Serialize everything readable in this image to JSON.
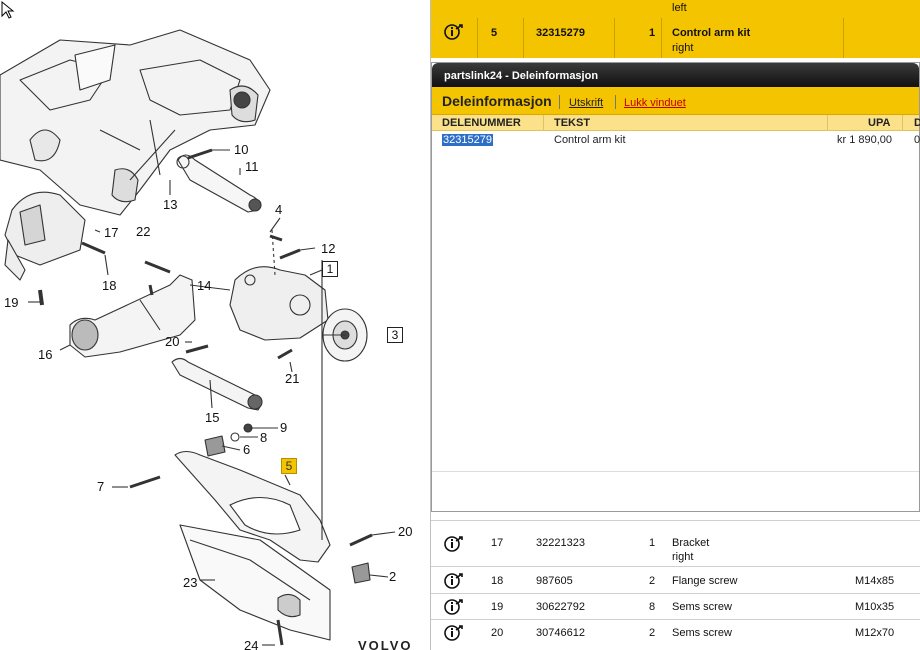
{
  "diagram": {
    "labels": [
      {
        "id": "10",
        "text": "10"
      },
      {
        "id": "11",
        "text": "11"
      },
      {
        "id": "13",
        "text": "13"
      },
      {
        "id": "4",
        "text": "4"
      },
      {
        "id": "17",
        "text": "17"
      },
      {
        "id": "22",
        "text": "22"
      },
      {
        "id": "12",
        "text": "12"
      },
      {
        "id": "18",
        "text": "18"
      },
      {
        "id": "14",
        "text": "14"
      },
      {
        "id": "19",
        "text": "19"
      },
      {
        "id": "16",
        "text": "16"
      },
      {
        "id": "20a",
        "text": "20"
      },
      {
        "id": "21",
        "text": "21"
      },
      {
        "id": "15",
        "text": "15"
      },
      {
        "id": "9",
        "text": "9"
      },
      {
        "id": "8",
        "text": "8"
      },
      {
        "id": "6",
        "text": "6"
      },
      {
        "id": "7",
        "text": "7"
      },
      {
        "id": "20b",
        "text": "20"
      },
      {
        "id": "2",
        "text": "2"
      },
      {
        "id": "23",
        "text": "23"
      },
      {
        "id": "24",
        "text": "24"
      }
    ],
    "boxed": {
      "one": "1",
      "three": "3",
      "five": "5"
    },
    "brand": "VOLVO"
  },
  "top_row": {
    "prev_sub": "left",
    "num": "5",
    "part_number": "32315279",
    "qty": "1",
    "desc": "Control arm kit",
    "sub": "right"
  },
  "popup": {
    "title": "partslink24 - Deleinformasjon",
    "heading": "Deleinformasjon",
    "print_link": "Utskrift",
    "close_link": "Lukk vinduet",
    "columns": {
      "part_number": "DELENUMMER",
      "text": "TEKST",
      "price": "UPA",
      "extra": "D"
    },
    "row": {
      "part_number": "32315279",
      "text": "Control arm kit",
      "price": "kr 1 890,00",
      "extra": "0"
    }
  },
  "list_rows": [
    {
      "num": "17",
      "part_number": "32221323",
      "qty": "1",
      "desc": "Bracket",
      "sub": "right",
      "size": ""
    },
    {
      "num": "18",
      "part_number": "987605",
      "qty": "2",
      "desc": "Flange screw",
      "sub": "",
      "size": "M14x85"
    },
    {
      "num": "19",
      "part_number": "30622792",
      "qty": "8",
      "desc": "Sems screw",
      "sub": "",
      "size": "M10x35"
    },
    {
      "num": "20",
      "part_number": "30746612",
      "qty": "2",
      "desc": "Sems screw",
      "sub": "",
      "size": "M12x70"
    }
  ],
  "colors": {
    "accent": "#f5c400",
    "selection": "#2d6fc7",
    "close_link": "#c00000"
  }
}
